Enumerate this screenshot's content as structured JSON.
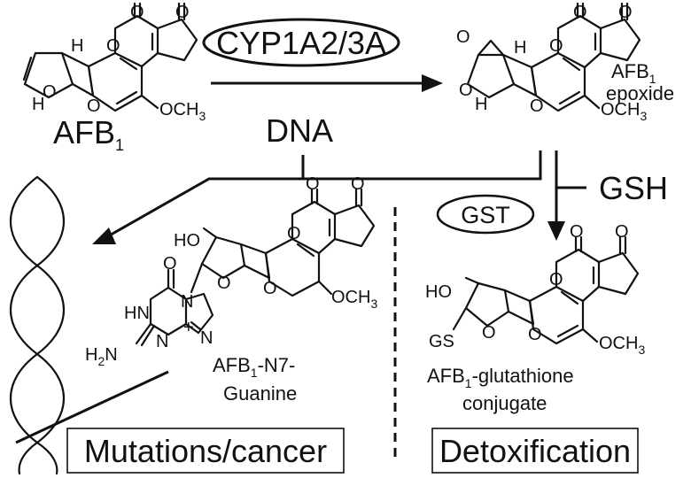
{
  "labels": {
    "afb1": "AFB",
    "afb1_sub": "1",
    "enzyme_cyp": "CYP1A2/3A",
    "epoxide_line1": "AFB",
    "epoxide_line1_sub": "1",
    "epoxide_line2": "epoxide",
    "dna": "DNA",
    "gsh": "GSH",
    "enzyme_gst": "GST",
    "adduct_line1_a": "AFB",
    "adduct_line1_sub": "1",
    "adduct_line1_b": "-N7-",
    "adduct_line2": "Guanine",
    "conjugate_line1_a": "AFB",
    "conjugate_line1_sub": "1",
    "conjugate_line1_b": "-glutathione",
    "conjugate_line2": "conjugate",
    "outcome_left": "Mutations/cancer",
    "outcome_right": "Detoxification"
  },
  "atoms": {
    "o": "O",
    "h": "H",
    "och3": "OCH",
    "och3_sub": "3",
    "ho": "HO",
    "gs": "GS",
    "hn": "HN",
    "h2n": "H",
    "h2n_sub": "2",
    "h2n_n": "N",
    "n": "N",
    "plus": "+"
  }
}
